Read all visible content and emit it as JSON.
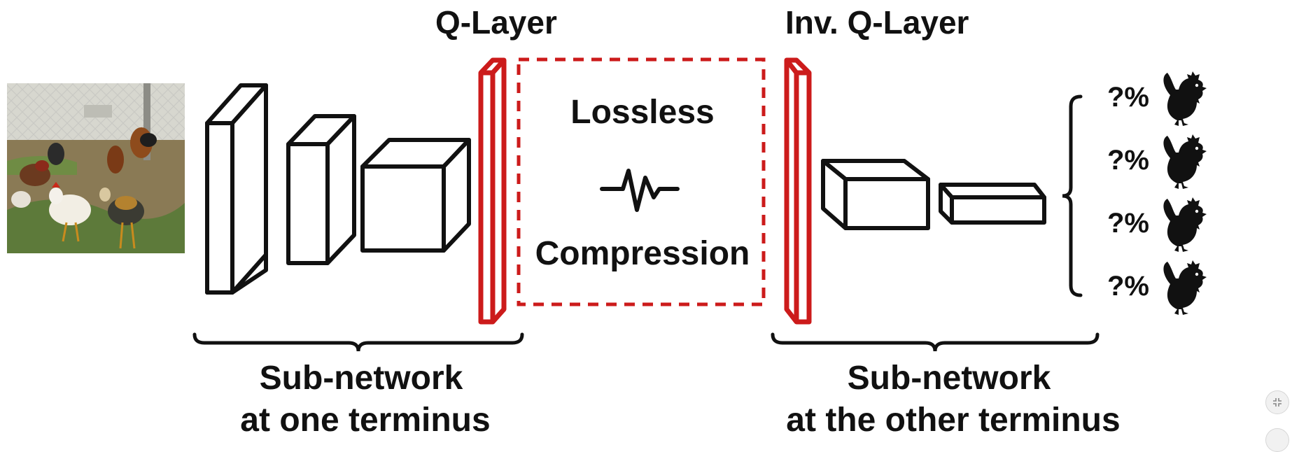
{
  "labels": {
    "q_layer": "Q-Layer",
    "inv_q_layer": "Inv. Q-Layer",
    "lossless": "Lossless",
    "compression": "Compression",
    "left_subnet_line1": "Sub-network",
    "left_subnet_line2": "at one terminus",
    "right_subnet_line1": "Sub-network",
    "right_subnet_line2": "at the other terminus"
  },
  "outputs": [
    {
      "prob": "?%",
      "icon": "rooster-icon"
    },
    {
      "prob": "?%",
      "icon": "rooster-icon"
    },
    {
      "prob": "?%",
      "icon": "rooster-icon"
    },
    {
      "prob": "?%",
      "icon": "rooster-icon"
    }
  ],
  "input_image": {
    "icon": "chickens-photo"
  },
  "colors": {
    "q_layer": "#cc1b1b",
    "ink": "#111111",
    "photo_ground": "#8a7a55",
    "photo_grass": "#5d7a3a"
  },
  "controls": {
    "zoom_icon": "zoom-out-icon"
  }
}
